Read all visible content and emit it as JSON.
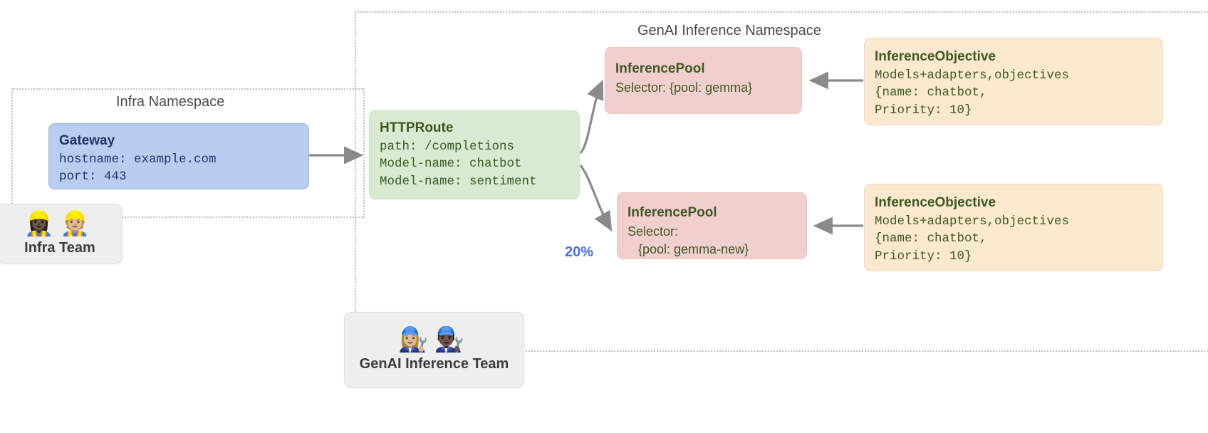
{
  "diagram": {
    "namespaces": [
      {
        "id": "infra",
        "title": "Infra Namespace"
      },
      {
        "id": "genai",
        "title": "GenAI Inference Namespace"
      }
    ],
    "nodes": {
      "gateway": {
        "title": "Gateway",
        "lines": [
          "hostname: example.com",
          "port: 443"
        ]
      },
      "httproute": {
        "title": "HTTPRoute",
        "lines": [
          "path: /completions",
          "Model-name: chatbot",
          "Model-name: sentiment"
        ]
      },
      "pool_gemma": {
        "title": "InferencePool",
        "lines": [
          "Selector: {pool: gemma}"
        ]
      },
      "pool_gemma_new": {
        "title": "InferencePool",
        "lines": [
          "Selector:",
          "   {pool: gemma-new}"
        ]
      },
      "objective_top": {
        "title": "InferenceObjective",
        "lines": [
          "Models+adapters,objectives",
          "{name: chatbot,",
          "Priority: 10}"
        ]
      },
      "objective_bottom": {
        "title": "InferenceObjective",
        "lines": [
          "Models+adapters,objectives",
          "{name: chatbot,",
          "Priority: 10}"
        ]
      }
    },
    "teams": {
      "infra": {
        "label": "Infra Team",
        "emojis": "👷🏿‍♀️👷🏼"
      },
      "genai": {
        "label": "GenAI Inference Team",
        "emojis": "👩🏼‍🔧👨🏿‍🔧"
      }
    },
    "edges": {
      "weight_label": "20%"
    },
    "colors": {
      "gateway_bg": "#b9cdf0",
      "httproute_bg": "#d9ead3",
      "pool_bg": "#f2cfcf",
      "objective_bg": "#fae8cf",
      "team_bg": "#eeeeee",
      "weight_text": "#4a6ef0",
      "arrow": "#8a8a8a",
      "namespace_border": "#bfbfbf"
    }
  }
}
